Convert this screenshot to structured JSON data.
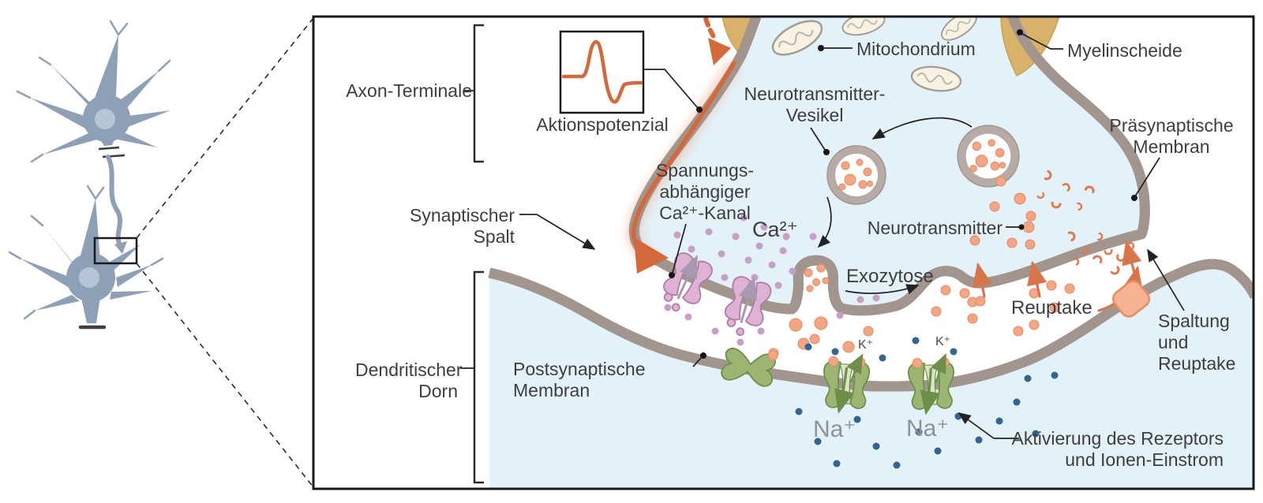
{
  "figure": {
    "type": "biology-diagram",
    "subject": "chemical synapse (inset magnified from neuron pair)"
  },
  "labels": {
    "axon_terminale": "Axon-Terminale",
    "aktionspotenzial": "Aktionspotenzial",
    "mitochondrium": "Mitochondrium",
    "myelinscheide": "Myelinscheide",
    "neurotransmitter_vesikel": [
      "Neurotransmitter-",
      "Vesikel"
    ],
    "praesynaptische_membran": [
      "Präsynaptische",
      "Membran"
    ],
    "spannungsabhaengiger_kanal": [
      "Spannungs-",
      "abhängiger",
      "Ca²⁺-Kanal"
    ],
    "synaptischer_spalt": [
      "Synaptischer",
      "Spalt"
    ],
    "ca_ion": "Ca²⁺",
    "neurotransmitter": "Neurotransmitter",
    "exozytose": "Exozytose",
    "reuptake": "Reuptake",
    "spaltung_und_reuptake": [
      "Spaltung",
      "und",
      "Reuptake"
    ],
    "dendritischer_dorn": [
      "Dendritischer",
      "Dorn"
    ],
    "postsynaptische_membran": [
      "Postsynaptische",
      "Membran"
    ],
    "aktivierung_rezeptor": [
      "Aktivierung des Rezeptors",
      "und Ionen-Einstrom"
    ],
    "na_ion": "Na⁺",
    "k_ion": "K⁺"
  },
  "colors": {
    "frame_ink": "#1a1a1a",
    "label_ink": "#3e3e3e",
    "accent_orange": "#d4693c",
    "neurotransmitter_orange": "#f4a583",
    "fragment_orange": "#e07a4d",
    "reuptake_arrow": "#d8754a",
    "membrane_edge": "#a2958e",
    "membrane_core": "#c2b6af",
    "cytoplasm_blue": "#e3f1f8",
    "myelin_tan": "#d9b269",
    "mito_cream": "#f8f2e3",
    "mito_outline": "#a59c94",
    "vesicle_ring": "#b8aaa5",
    "calcium_purple": "#c7a0c7",
    "channel_pink": "#ddb2d2",
    "channel_pink_dark": "#b07ba8",
    "receptor_green": "#9cb573",
    "receptor_green_dark": "#6d8f4a",
    "receptor_green_light": "#d9e6c0",
    "enzyme_orange": "#f6b292",
    "enzyme_orange_dark": "#e48d63",
    "sodium_blue": "#33658e",
    "neuron_gray_blue": "#8da0b5",
    "nucleus_blue": "#b6c4d6",
    "ion_label_gray": "#8e9295"
  }
}
